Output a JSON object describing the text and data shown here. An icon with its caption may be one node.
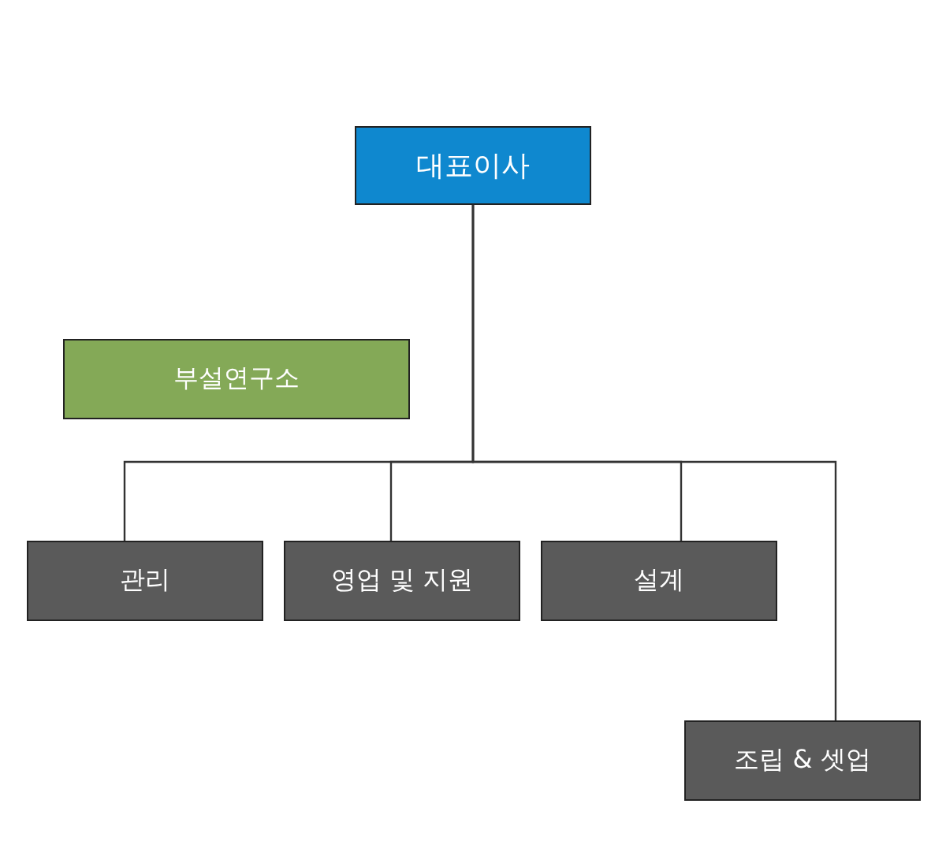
{
  "diagram": {
    "nodes": [
      {
        "text": [
          "대표이사"
        ]
      },
      {
        "text": [
          "부설연구소"
        ]
      },
      {
        "text": [
          "관리"
        ]
      },
      {
        "text": [
          "영업 및 지원"
        ]
      },
      {
        "text": [
          "설계"
        ]
      },
      {
        "text": [
          "조립 & 셋업"
        ]
      }
    ],
    "edges": [
      {
        "from": 0,
        "to": 2,
        "arrow": "none"
      },
      {
        "from": 0,
        "to": 3,
        "arrow": "none"
      },
      {
        "from": 0,
        "to": 4,
        "arrow": "none"
      },
      {
        "from": 0,
        "to": 5,
        "arrow": "none"
      }
    ]
  }
}
